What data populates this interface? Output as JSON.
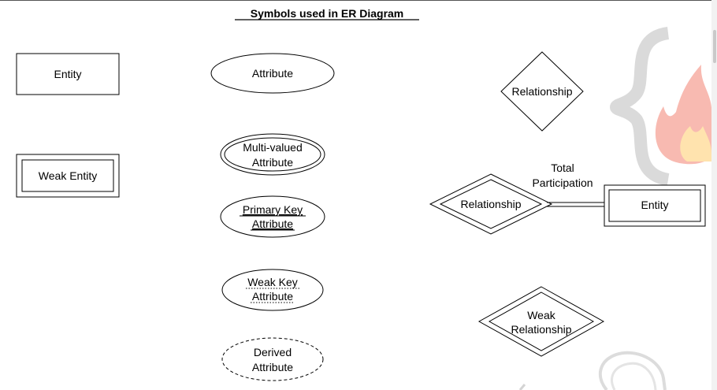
{
  "diagram": {
    "title": "Symbols used in ER Diagram",
    "entity": "Entity",
    "weak_entity": "Weak Entity",
    "attribute": "Attribute",
    "multivalued": [
      "Multi-valued",
      "Attribute"
    ],
    "primary_key": [
      "Primary Key",
      "Attribute"
    ],
    "weak_key": [
      "Weak Key",
      "Attribute"
    ],
    "derived": [
      "Derived",
      "Attribute"
    ],
    "relationship": "Relationship",
    "identifying_relationship": "Relationship",
    "total_participation": [
      "Total",
      "Participation"
    ],
    "participating_entity": "Entity",
    "weak_relationship": [
      "Weak",
      "Relationship"
    ]
  },
  "colors": {
    "stroke": "#000000",
    "watermark_gray": "#d6d6d6",
    "watermark_red": "#f6a49a",
    "watermark_yellow": "#ffe1a6"
  }
}
